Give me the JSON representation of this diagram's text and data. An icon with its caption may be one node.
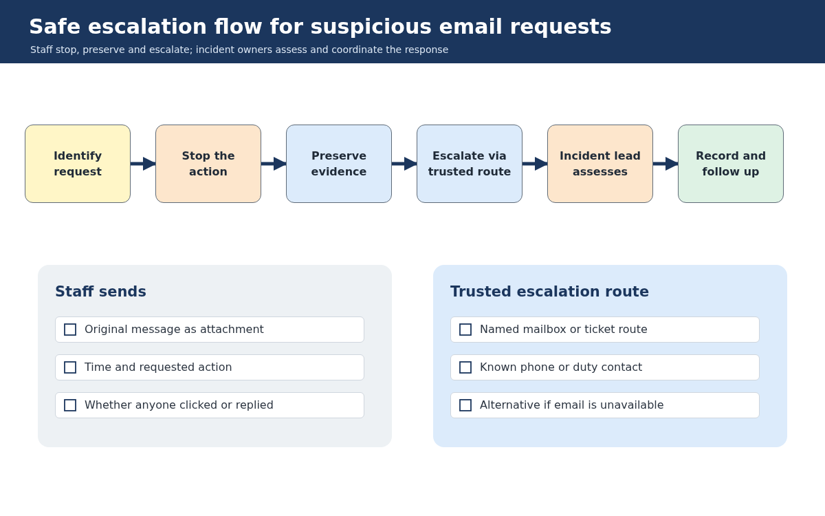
{
  "diagram": {
    "title": "Safe escalation flow for suspicious email requests",
    "caption": "Staff stop, preserve and escalate; incident owners assess and coordinate the response",
    "nodes": [
      {
        "text": [
          "Identify request"
        ]
      },
      {
        "text": [
          "Stop the action"
        ]
      },
      {
        "text": [
          "Preserve evidence"
        ]
      },
      {
        "text": [
          "Escalate via trusted route"
        ]
      },
      {
        "text": [
          "Incident lead assesses"
        ]
      },
      {
        "text": [
          "Record and follow up"
        ]
      },
      {
        "text": [
          "Staff sends"
        ]
      },
      {
        "text": [
          "Original message as attachment"
        ],
        "in": 6
      },
      {
        "text": [
          "Time and requested action"
        ],
        "in": 6
      },
      {
        "text": [
          "Whether anyone clicked or replied"
        ],
        "in": 6
      },
      {
        "text": [
          "Trusted escalation route"
        ]
      },
      {
        "text": [
          "Named mailbox or ticket route"
        ],
        "in": 10
      },
      {
        "text": [
          "Known phone or duty contact"
        ],
        "in": 10
      },
      {
        "text": [
          "Alternative if email is unavailable"
        ],
        "in": 10
      }
    ],
    "edges": [
      {
        "from": 0,
        "to": 1,
        "arrow": "to"
      },
      {
        "from": 1,
        "to": 2,
        "arrow": "to"
      },
      {
        "from": 2,
        "to": 3,
        "arrow": "to"
      },
      {
        "from": 3,
        "to": 4,
        "arrow": "to"
      },
      {
        "from": 4,
        "to": 5,
        "arrow": "to"
      }
    ]
  }
}
